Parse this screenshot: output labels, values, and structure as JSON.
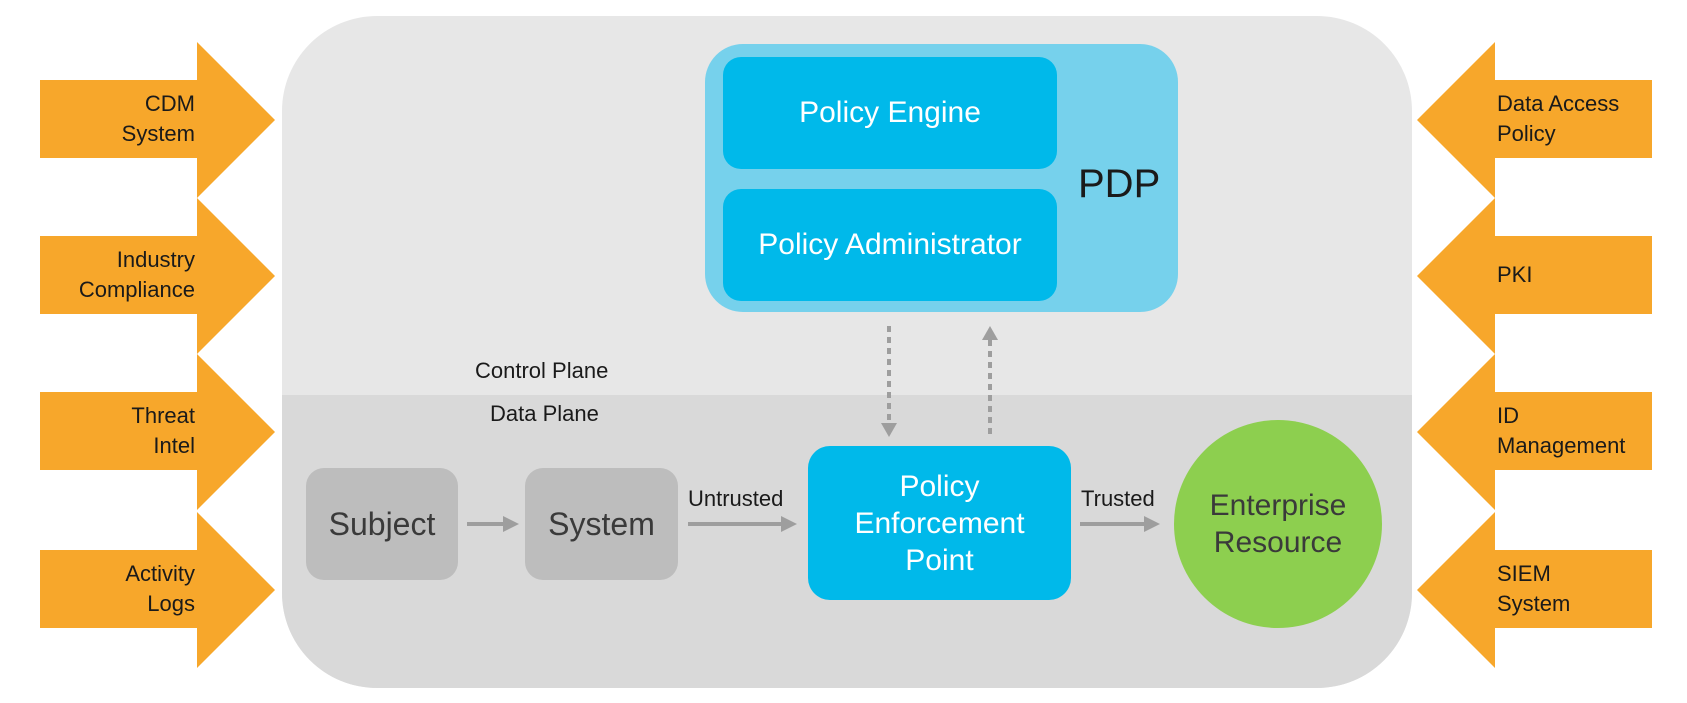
{
  "colors": {
    "orange": "#F7A72B",
    "outer_panel": "#E7E7E7",
    "data_plane": "#D9D9D9",
    "pdp_container": "#76D1EC",
    "blue_box": "#00B9EA",
    "grey_box": "#BDBDBD",
    "green_circle": "#8DCF4F",
    "connector": "#9E9E9E"
  },
  "left_inputs": [
    {
      "lines": [
        "CDM",
        "System"
      ]
    },
    {
      "lines": [
        "Industry",
        "Compliance"
      ]
    },
    {
      "lines": [
        "Threat",
        "Intel"
      ]
    },
    {
      "lines": [
        "Activity",
        "Logs"
      ]
    }
  ],
  "right_inputs": [
    {
      "lines": [
        "Data Access",
        "Policy"
      ]
    },
    {
      "lines": [
        "PKI"
      ]
    },
    {
      "lines": [
        "ID",
        "Management"
      ]
    },
    {
      "lines": [
        "SIEM",
        "System"
      ]
    }
  ],
  "pdp": {
    "label": "PDP",
    "policy_engine": "Policy Engine",
    "policy_administrator": "Policy Administrator"
  },
  "planes": {
    "control": "Control Plane",
    "data": "Data Plane"
  },
  "flow": {
    "subject": "Subject",
    "system": "System",
    "untrusted": "Untrusted",
    "pep_lines": [
      "Policy",
      "Enforcement",
      "Point"
    ],
    "trusted": "Trusted",
    "resource_lines": [
      "Enterprise",
      "Resource"
    ]
  }
}
